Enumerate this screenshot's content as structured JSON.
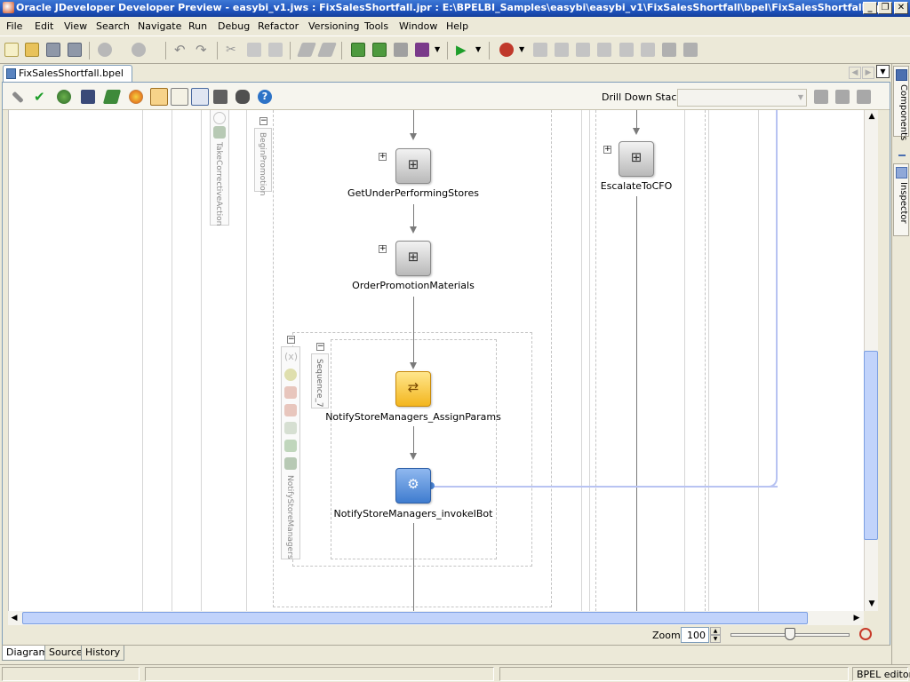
{
  "window": {
    "title": "Oracle JDeveloper Developer Preview - easybi_v1.jws : FixSalesShortfall.jpr : E:\\BPELBI_Samples\\easybi\\easybi_v1\\FixSalesShortfall\\bpel\\FixSalesShortfall.bpel",
    "minimize": "_",
    "restore": "❐",
    "close": "✕"
  },
  "menu": [
    "File",
    "Edit",
    "View",
    "Search",
    "Navigate",
    "Run",
    "Debug",
    "Refactor",
    "Versioning",
    "Tools",
    "Window",
    "Help"
  ],
  "editor_tab": {
    "label": "FixSalesShortfall.bpel"
  },
  "design_toolbar": {
    "drill_down_label": "Drill Down Stack:",
    "drill_down_value": ""
  },
  "diagram": {
    "scopes": [
      {
        "label": "TakeCorrectiveAction"
      },
      {
        "label": "BeginPromotion"
      },
      {
        "label": "NotifyStoreManagers"
      },
      {
        "label": "Sequence_7"
      }
    ],
    "activities": [
      {
        "name": "GetUnderPerformingStores",
        "kind": "scope",
        "icon": "scope-icon"
      },
      {
        "name": "OrderPromotionMaterials",
        "kind": "scope",
        "icon": "scope-icon"
      },
      {
        "name": "NotifyStoreManagers_AssignParams",
        "kind": "assign",
        "icon": "assign-icon"
      },
      {
        "name": "NotifyStoreManagers_invokeIBot",
        "kind": "invoke",
        "icon": "gear-icon"
      },
      {
        "name": "EscalateToCFO",
        "kind": "scope",
        "icon": "scope-icon"
      }
    ],
    "expander_plus": "+",
    "expander_minus": "−"
  },
  "zoom": {
    "label": "Zoom:",
    "value": "100"
  },
  "bottom_tabs": [
    "Diagram",
    "Source",
    "History"
  ],
  "right_rail": {
    "components": "Components",
    "inspector": "Inspector"
  },
  "status": {
    "right": "BPEL editor"
  },
  "colors": {
    "title_bar": "#1c4fb8",
    "chrome": "#ece9d8",
    "link_line": "#b8c3f2",
    "assign": "#f3b61e",
    "invoke": "#3f7ccf"
  }
}
